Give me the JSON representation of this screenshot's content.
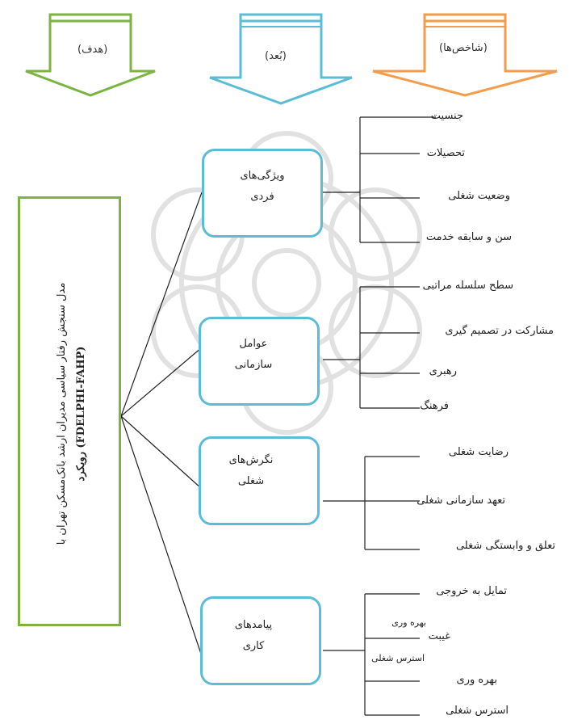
{
  "headers": {
    "goal": "(هدف)",
    "dimension": "(بُعد)",
    "indicators": "(شاخص‌ها)"
  },
  "goal": {
    "line1": "مدل سنجش رفتار سیاسی مدیران ارشد بانک‌مسکن تهران با",
    "line2": "(FDELPHI-FAHP) رویکرد"
  },
  "dimensions": [
    {
      "line1": "ویژگی‌های",
      "line2": "فردی"
    },
    {
      "line1": "عوامل",
      "line2": "سازمانی"
    },
    {
      "line1": "نگرش‌های",
      "line2": "شغلی"
    },
    {
      "line1": "پیامدهای",
      "line2": "کاری"
    }
  ],
  "indicators": {
    "group1": [
      "جنسیت",
      "تحصیلات",
      "وضعیت شغلی",
      "سن و سابقه خدمت"
    ],
    "group2": [
      "سطح سلسله مراتبی",
      "مشارکت در تصمیم گیری",
      "رهبری",
      "فرهنگ"
    ],
    "group3": [
      "رضایت شغلی",
      "تعهد سازمانی شغلی",
      "تعلق و وابستگی شغلی"
    ],
    "group4": [
      "تمایل به خروجی",
      "غیبت",
      "بهره وری",
      "استرس شغلی"
    ]
  },
  "overlaps": {
    "o1": "بهره وری",
    "o2": "استرس شغلی"
  },
  "colors": {
    "goal": "#7cb342",
    "dimension": "#5bbcd6",
    "indicator_arrow": "#f39c4b"
  }
}
